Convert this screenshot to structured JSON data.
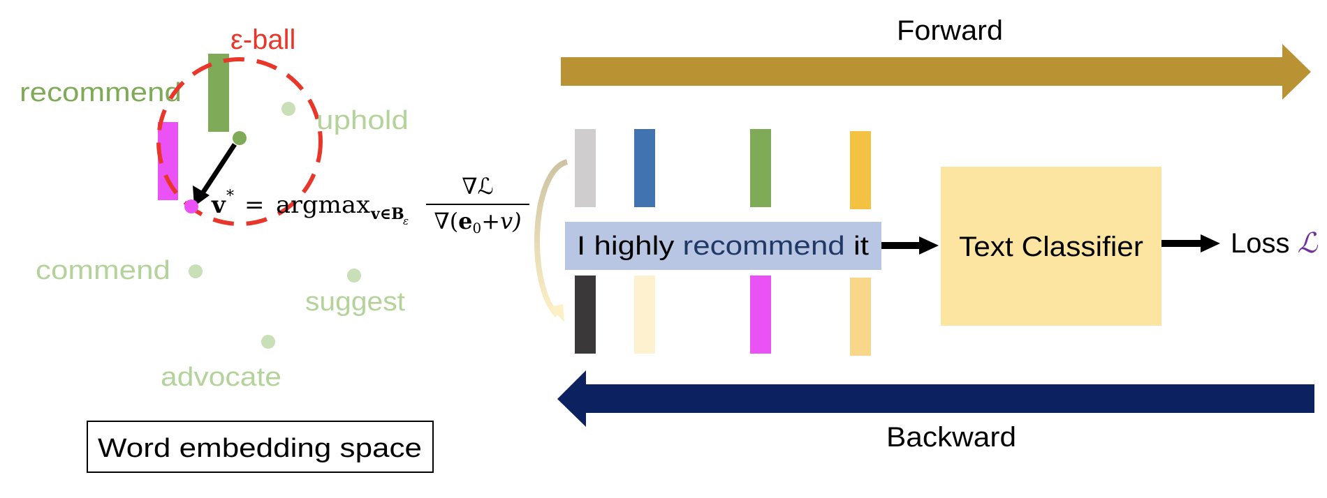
{
  "colors": {
    "forward_arrow": "#b89233",
    "backward_arrow": "#0c2160",
    "epsilon_ball": "#e8362a",
    "target_word": "#7faa57",
    "neighbor_word": "#b4d39b",
    "neighbor_dot": "#c9dfb8",
    "adversarial": "#ea52f5",
    "sentence_box": "#b8c6e4",
    "sentence_highlight": "#203864",
    "classifier_box": "#fbe5a1",
    "loss_symbol": "#7030a0",
    "curve_start": "#cdc3a2",
    "curve_end": "#fdf0c6"
  },
  "embedding_space": {
    "epsilon_label": "ε-ball",
    "target_word": "recommend",
    "neighbors": [
      "uphold",
      "commend",
      "suggest",
      "advocate"
    ],
    "caption": "Word embedding space"
  },
  "formula": {
    "lhs": "v",
    "lhs_sup": "*",
    "equals": "=",
    "op": "argmax",
    "subscript_v": "v∈B",
    "subscript_eps": "ε",
    "numerator": "∇ℒ",
    "denominator_prefix": "∇(",
    "denominator_e": "e",
    "denominator_sub": "0",
    "denominator_suffix": "+v)"
  },
  "pipeline": {
    "forward_label": "Forward",
    "backward_label": "Backward",
    "sentence": {
      "before": "I highly ",
      "highlight": "recommend",
      "after": " it"
    },
    "classifier_label": "Text Classifier",
    "loss_label": "Loss ",
    "loss_symbol": "ℒ",
    "token_embeddings_original": [
      "#cfcdce",
      "#4173b0",
      "#7faa57",
      "#f4c242"
    ],
    "token_embeddings_perturbed": [
      "#3b3839",
      "#fdf1d0",
      "#ea52f5",
      "#f8d78a"
    ]
  }
}
